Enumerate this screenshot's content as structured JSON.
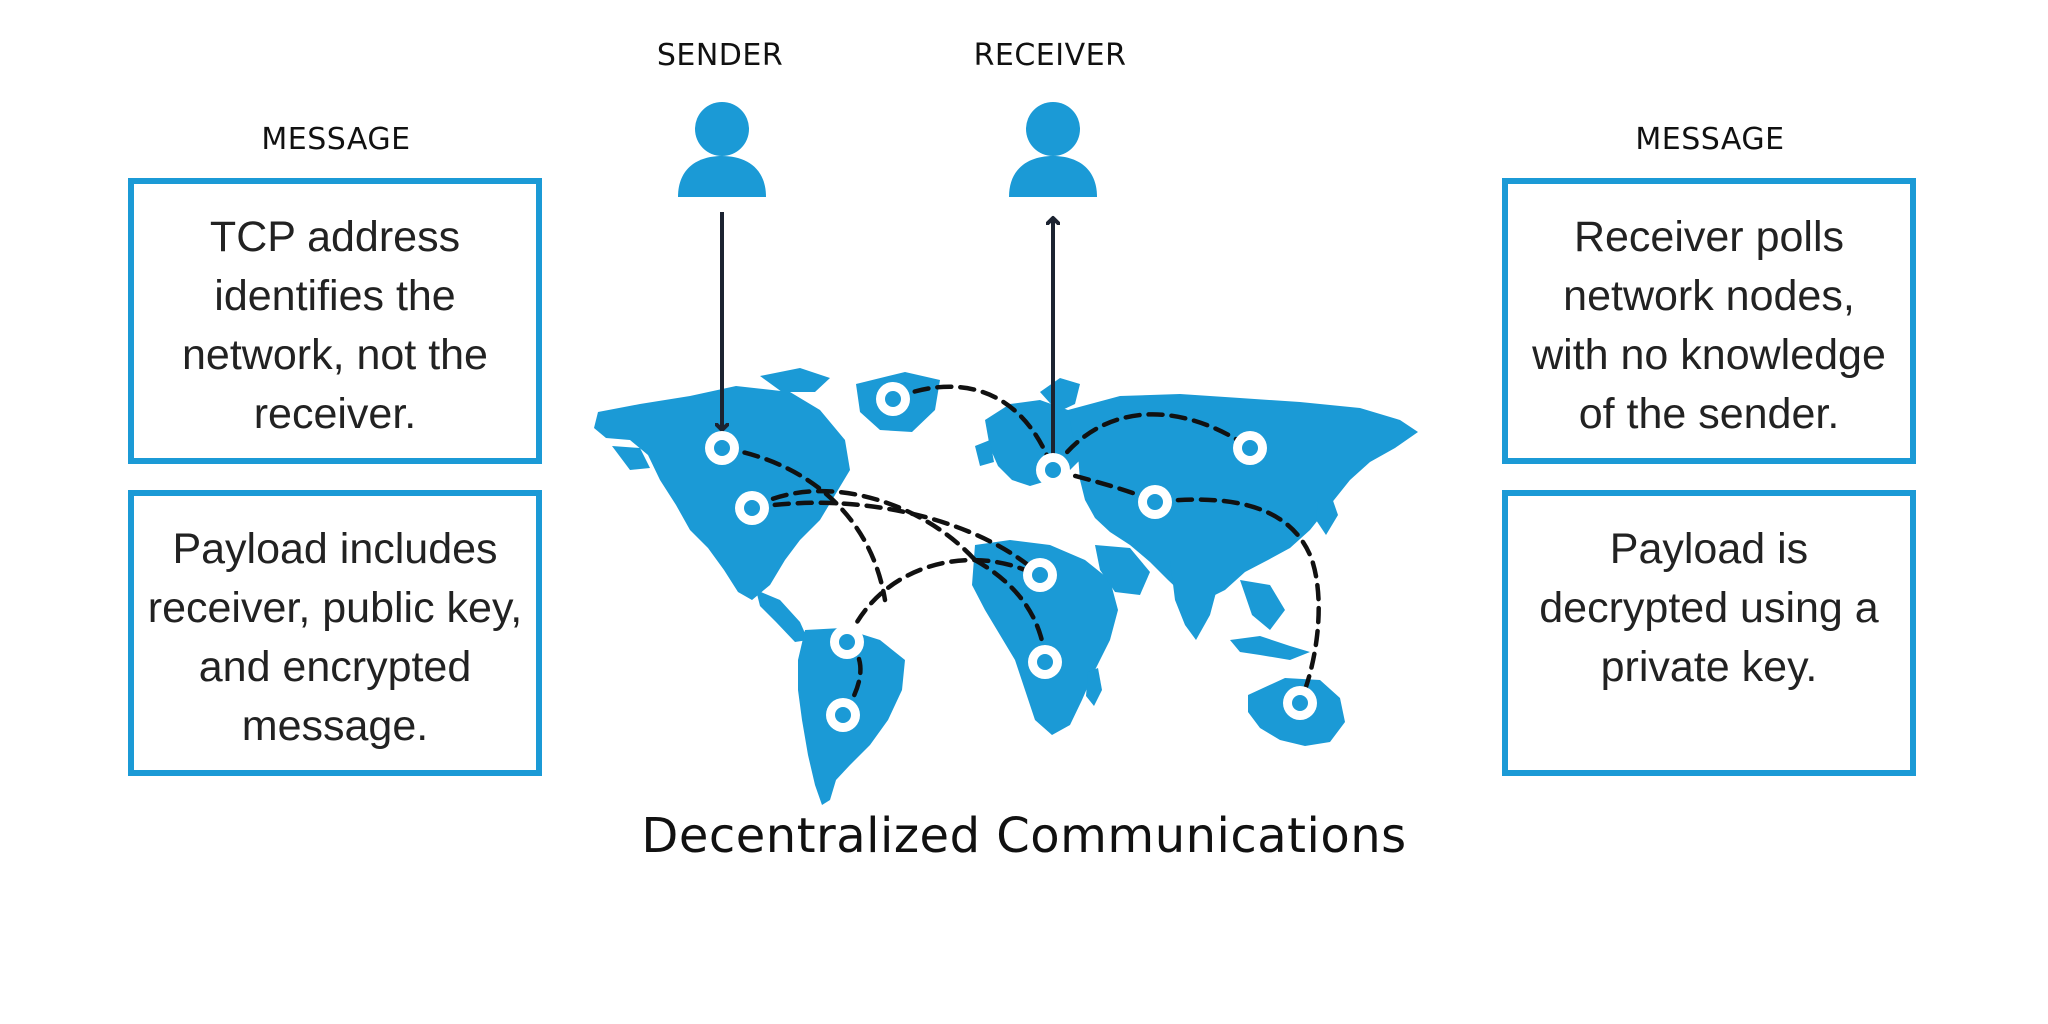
{
  "colors": {
    "accent": "#1b9ad6",
    "arrow": "#1c2331",
    "route": "#111111",
    "text": "#222222"
  },
  "labels": {
    "sender": "SENDER",
    "receiver": "RECEIVER",
    "message_left": "MESSAGE",
    "message_right": "MESSAGE"
  },
  "left_boxes": [
    {
      "text": "TCP address\nidentifies the\nnetwork, not the\nreceiver."
    },
    {
      "text": "Payload includes\nreceiver, public key,\nand encrypted\nmessage."
    }
  ],
  "right_boxes": [
    {
      "text": "Receiver polls\nnetwork nodes,\nwith no knowledge\nof the sender."
    },
    {
      "text": "Payload is\ndecrypted using a\nprivate key."
    }
  ],
  "icons": {
    "sender": "person-icon",
    "receiver": "person-icon",
    "map": "world-map-icon",
    "node": "network-node-icon"
  },
  "title": "Decentralized Communications"
}
